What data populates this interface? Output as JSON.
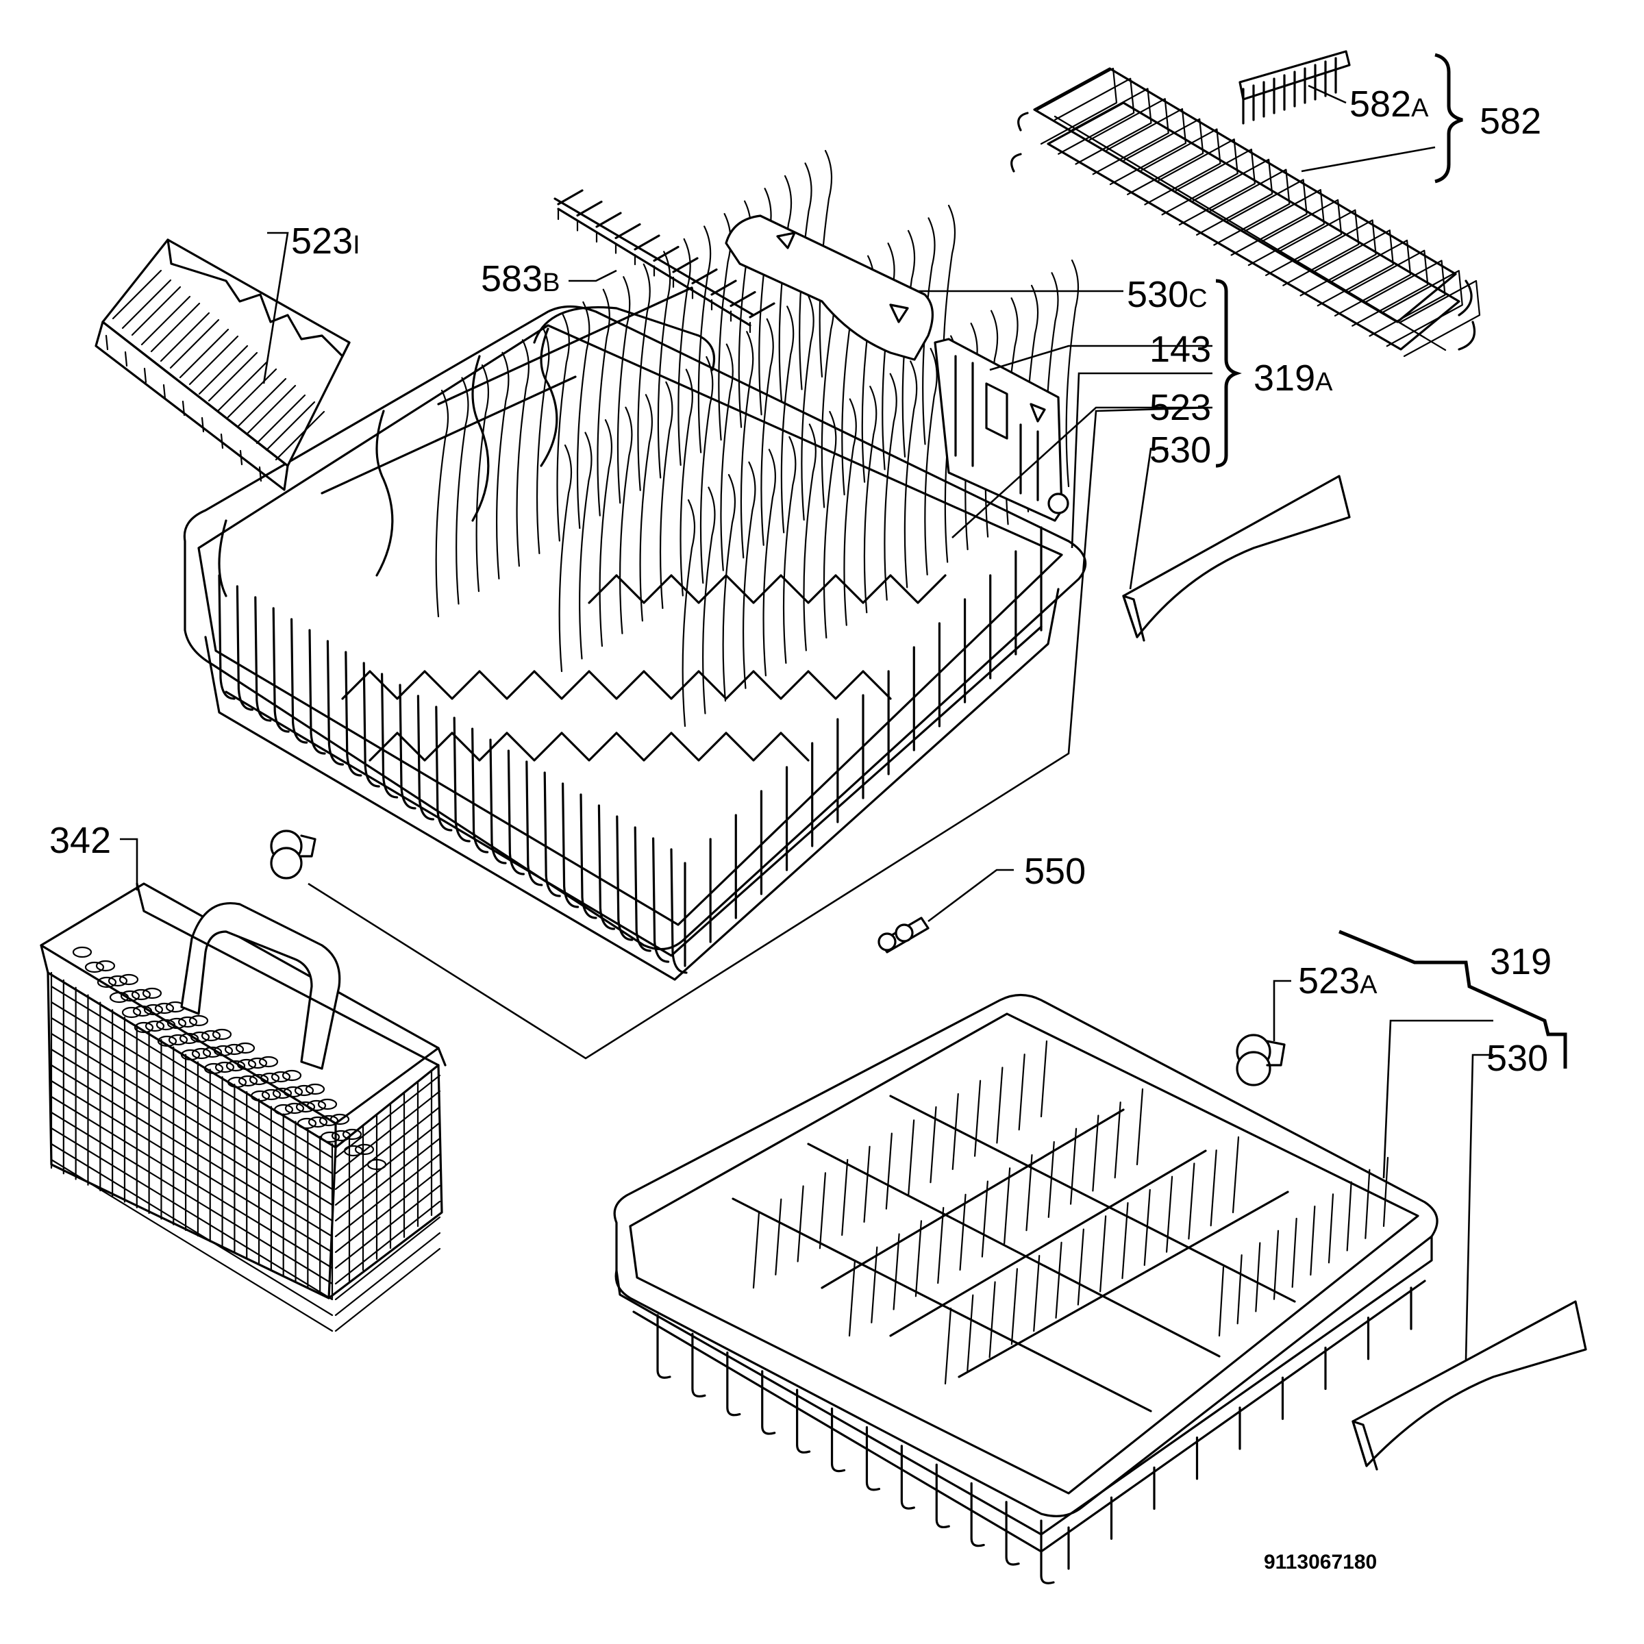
{
  "labels": {
    "l523i_main": "523",
    "l523i_suffix": "I",
    "l583b_main": "583",
    "l583b_suffix": "B",
    "l530c_main": "530",
    "l530c_suffix": "C",
    "l143": "143",
    "l319a_main": "319",
    "l319a_suffix": "A",
    "l523": "523",
    "l530_upper": "530",
    "l582a_main": "582",
    "l582a_suffix": "A",
    "l582": "582",
    "l342": "342",
    "l550": "550",
    "l523a_main": "523",
    "l523a_suffix": "A",
    "l319": "319",
    "l530_lower": "530",
    "drawing_number": "9113067180"
  }
}
